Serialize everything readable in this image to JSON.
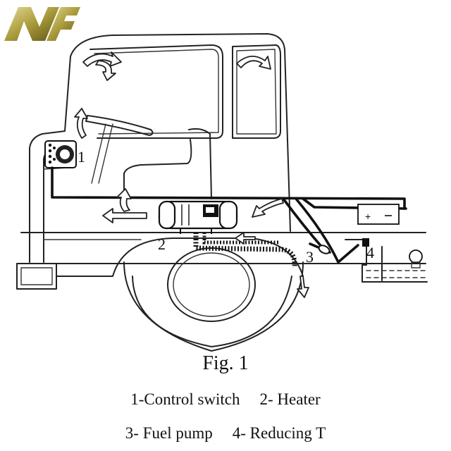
{
  "logo": {
    "text": "NF",
    "color_dark": "#6b6220",
    "color_light": "#d8cf82"
  },
  "figure": {
    "caption": "Fig. 1",
    "callouts": [
      "1",
      "2",
      "3",
      "4"
    ]
  },
  "legend": [
    {
      "label": "1-Control switch"
    },
    {
      "label": "2- Heater"
    },
    {
      "label": "3- Fuel pump"
    },
    {
      "label": "4- Reducing T"
    }
  ]
}
